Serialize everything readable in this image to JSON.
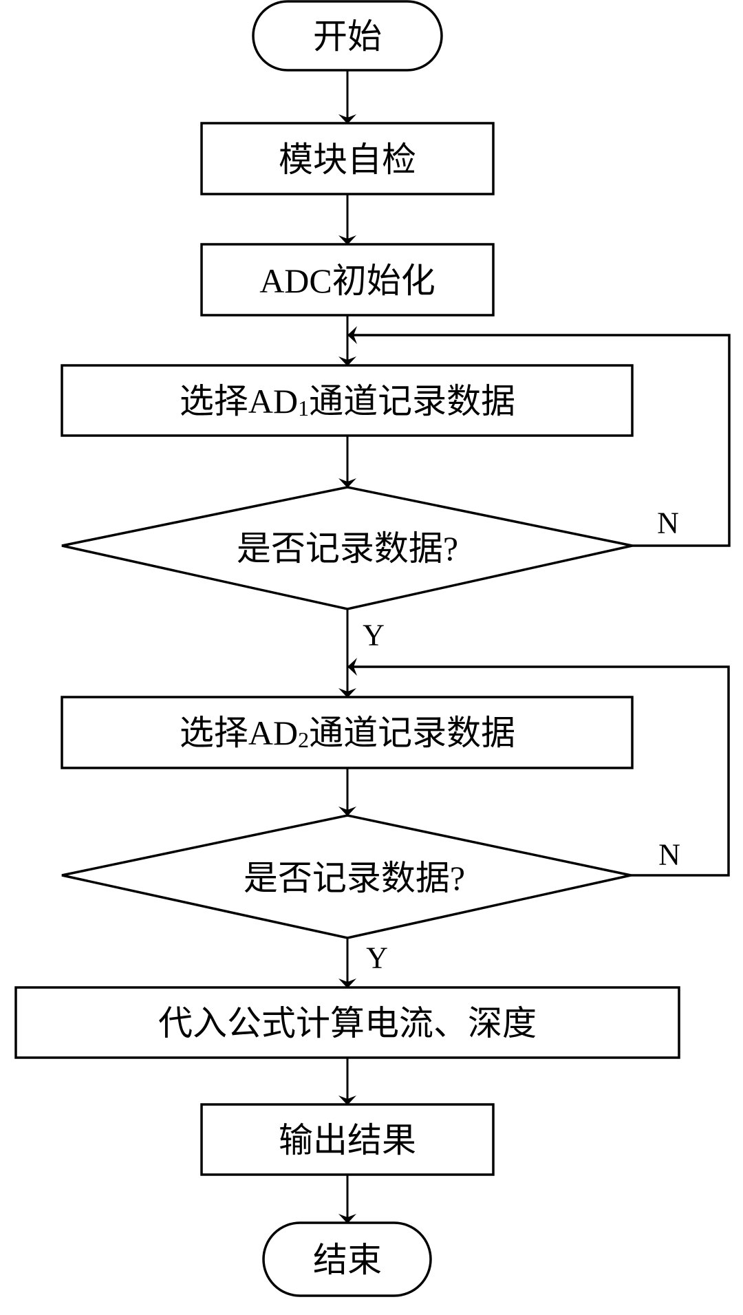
{
  "flowchart": {
    "start": {
      "label": "开始"
    },
    "self_check": {
      "label": "模块自检"
    },
    "adc_init": {
      "label": "ADC初始化"
    },
    "select_ad1": {
      "prefix": "选择AD",
      "subscript": "1",
      "suffix": "通道记录数据"
    },
    "decision1": {
      "label": "是否记录数据?"
    },
    "select_ad2": {
      "prefix": "选择AD",
      "subscript": "2",
      "suffix": "通道记录数据"
    },
    "decision2": {
      "label": "是否记录数据?"
    },
    "calculate": {
      "label": "代入公式计算电流、深度"
    },
    "output": {
      "label": "输出结果"
    },
    "end": {
      "label": "结束"
    },
    "branch_labels": {
      "decision1_yes": "Y",
      "decision1_no": "N",
      "decision2_yes": "Y",
      "decision2_no": "N"
    },
    "colors": {
      "stroke": "#000000",
      "background": "#ffffff"
    }
  }
}
